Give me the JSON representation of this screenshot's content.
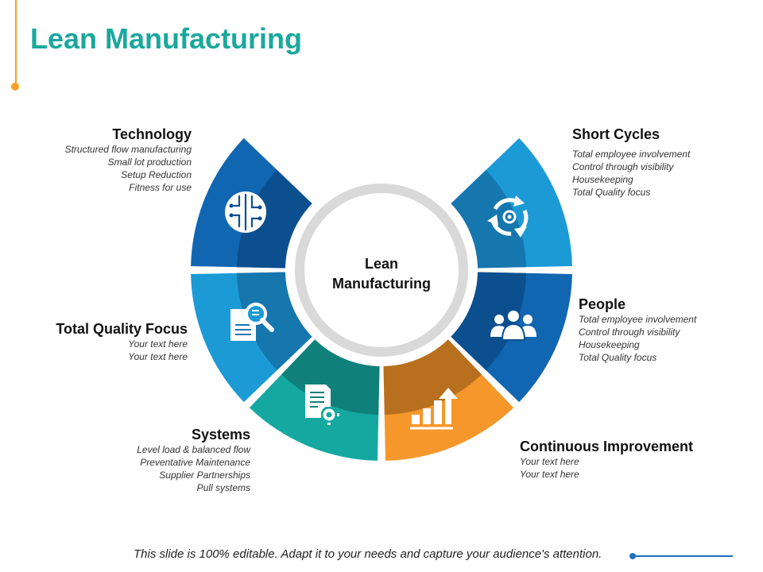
{
  "slide": {
    "title": "Lean Manufacturing",
    "center_label_line1": "Lean",
    "center_label_line2": "Manufacturing",
    "footer": "This slide is 100% editable. Adapt it to your needs and capture your audience's attention."
  },
  "segments": [
    {
      "key": "technology",
      "heading": "Technology",
      "lines": [
        "Structured flow manufacturing",
        "Small lot production",
        "Setup Reduction",
        "Fitness for use"
      ],
      "color": "#1166b2",
      "icon": "circuit-icon"
    },
    {
      "key": "total_quality_focus",
      "heading": "Total Quality Focus",
      "lines": [
        "Your text here",
        "Your text here"
      ],
      "color": "#1b9ad6",
      "icon": "document-search-icon"
    },
    {
      "key": "systems",
      "heading": "Systems",
      "lines": [
        "Level load & balanced flow",
        "Preventative Maintenance",
        "Supplier Partnerships",
        "Pull systems"
      ],
      "color": "#14a8a0",
      "icon": "document-gear-icon"
    },
    {
      "key": "continuous_improvement",
      "heading": "Continuous Improvement",
      "lines": [
        "Your text here",
        "Your text here"
      ],
      "color": "#f5972a",
      "icon": "growth-chart-icon"
    },
    {
      "key": "people",
      "heading": "People",
      "lines": [
        "Total employee involvement",
        "Control through visibility",
        "Housekeeping",
        "Total Quality focus"
      ],
      "color": "#1166b2",
      "icon": "people-icon"
    },
    {
      "key": "short_cycles",
      "heading": "Short Cycles",
      "lines": [
        "Total employee involvement",
        "Control through visibility",
        "Housekeeping",
        "Total Quality focus"
      ],
      "color": "#1b9ad6",
      "icon": "cycle-gear-icon"
    }
  ]
}
